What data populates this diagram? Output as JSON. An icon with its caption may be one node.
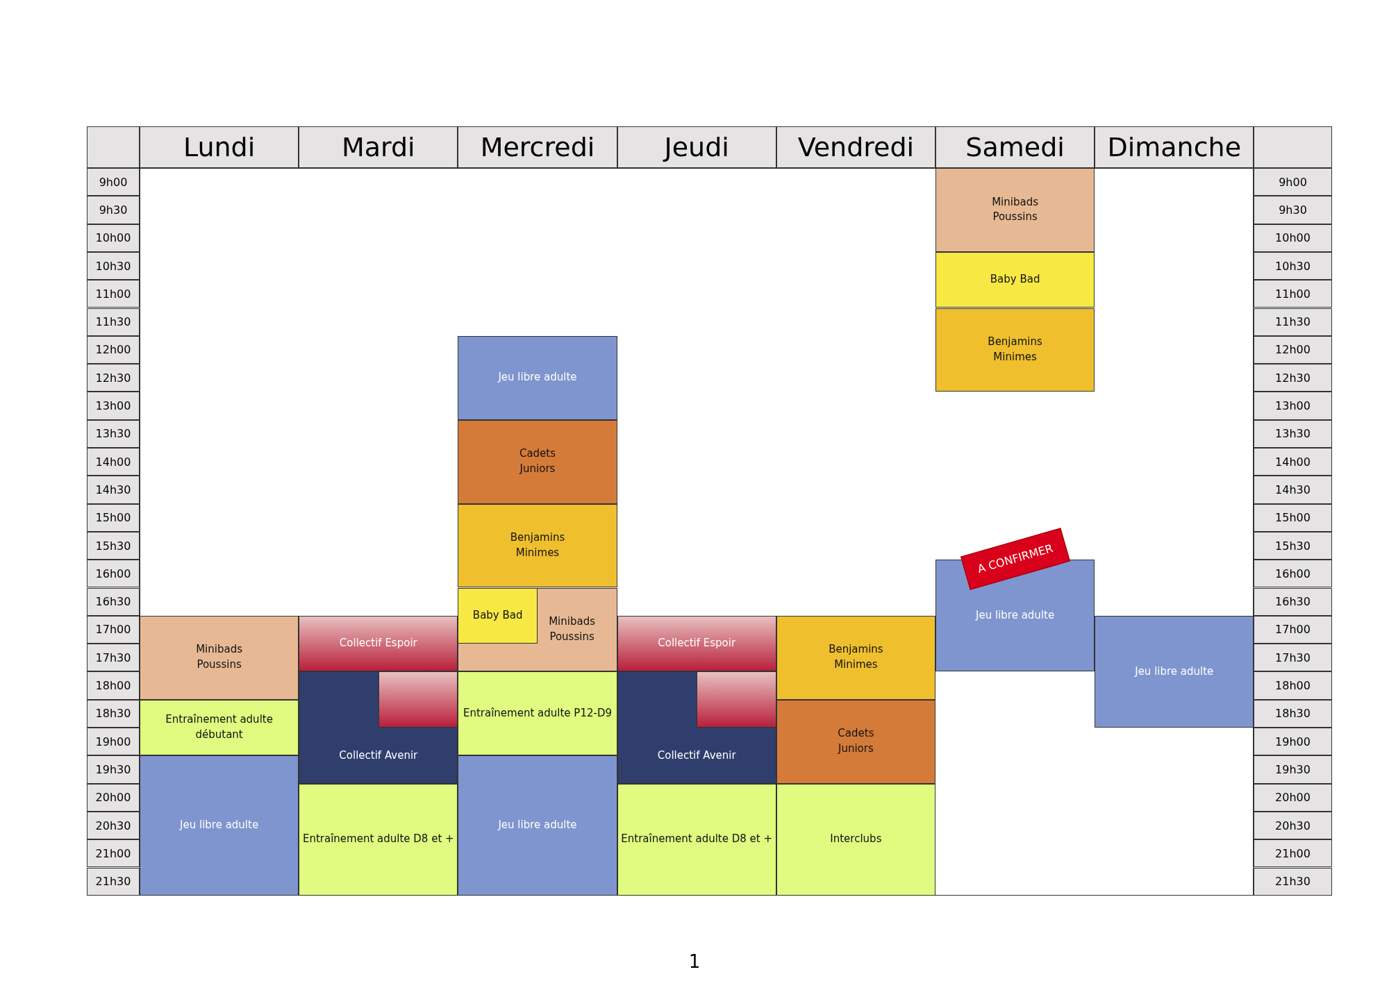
{
  "diagram": {
    "nodes": [
      {
        "text": [
          "Minibads Poussins"
        ]
      },
      {
        "text": [
          "Entraînement adulte débutant"
        ]
      },
      {
        "text": [
          "Jeu libre adulte"
        ]
      },
      {
        "text": [
          "Collectif Espoir"
        ]
      },
      {
        "text": [
          "Collectif Avenir"
        ]
      },
      {
        "text": [],
        "shape": "box",
        "in": 4
      },
      {
        "text": [
          "Entraînement adulte D8 et +"
        ]
      },
      {
        "text": [
          "Jeu libre adulte"
        ]
      },
      {
        "text": [
          "Cadets Juniors"
        ]
      },
      {
        "text": [
          "Benjamins Minimes"
        ]
      },
      {
        "text": [
          "Minibads Poussins"
        ]
      },
      {
        "text": [
          "Baby Bad"
        ],
        "in": 10
      },
      {
        "text": [
          "Entraînement adulte P12-D9"
        ]
      },
      {
        "text": [
          "Jeu libre adulte"
        ]
      },
      {
        "text": [
          "Collectif Espoir"
        ]
      },
      {
        "text": [
          "Collectif Avenir"
        ]
      },
      {
        "text": [],
        "shape": "box",
        "in": 15
      },
      {
        "text": [
          "Entraînement adulte D8 et +"
        ]
      },
      {
        "text": [
          "Benjamins Minimes"
        ]
      },
      {
        "text": [
          "Cadets Juniors"
        ]
      },
      {
        "text": [
          "Interclubs"
        ]
      },
      {
        "text": [
          "Minibads Poussins"
        ]
      },
      {
        "text": [
          "Baby Bad"
        ]
      },
      {
        "text": [
          "Benjamins Minimes"
        ]
      },
      {
        "text": [
          "Jeu libre adulte"
        ]
      },
      {
        "text": [
          "A CONFIRMER"
        ]
      },
      {
        "text": [
          "Jeu libre adulte"
        ]
      }
    ],
    "labels": [
      "Lundi",
      "Mardi",
      "Mercredi",
      "Jeudi",
      "Vendredi",
      "Samedi",
      "Dimanche",
      "9h00",
      "9h00",
      "9h30",
      "9h30",
      "10h00",
      "10h00",
      "10h30",
      "10h30",
      "11h00",
      "11h00",
      "11h30",
      "11h30",
      "12h00",
      "12h00",
      "12h30",
      "12h30",
      "13h00",
      "13h00",
      "13h30",
      "13h30",
      "14h00",
      "14h00",
      "14h30",
      "14h30",
      "15h00",
      "15h00",
      "15h30",
      "15h30",
      "16h00",
      "16h00",
      "16h30",
      "16h30",
      "17h00",
      "17h00",
      "17h30",
      "17h30",
      "18h00",
      "18h00",
      "18h30",
      "18h30",
      "19h00",
      "19h00",
      "19h30",
      "19h30",
      "20h00",
      "20h00",
      "20h30",
      "20h30",
      "21h00",
      "21h00",
      "21h30",
      "21h30",
      "1"
    ]
  }
}
